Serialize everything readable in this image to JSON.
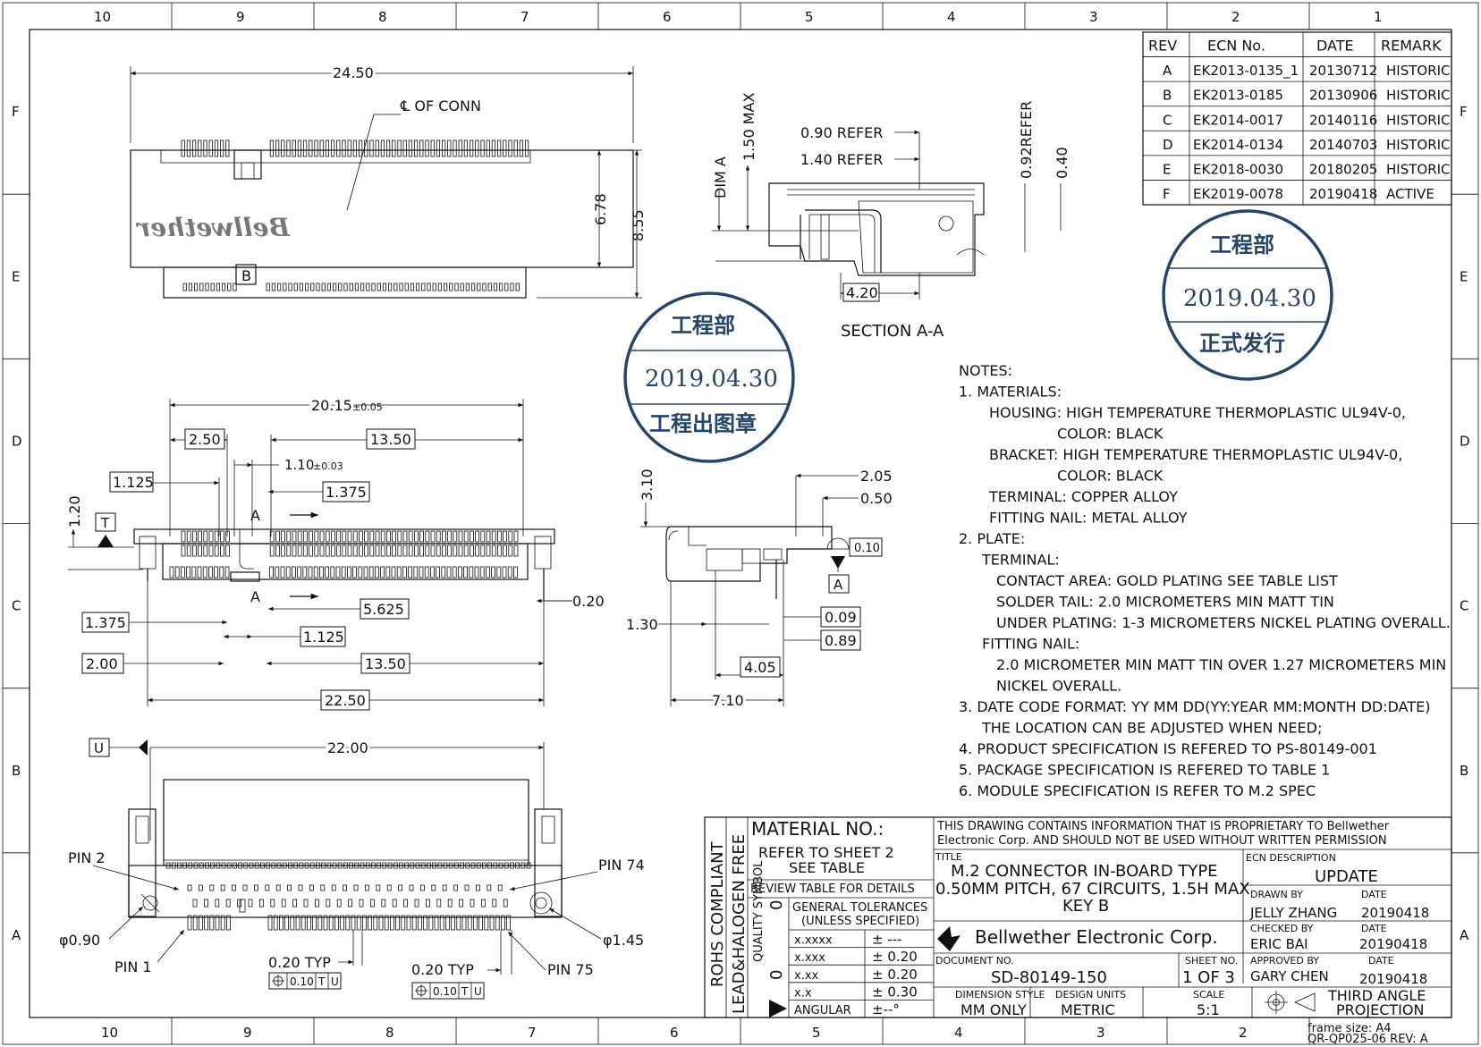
{
  "border": {
    "columns_top": [
      "10",
      "9",
      "8",
      "7",
      "6",
      "5",
      "4",
      "3",
      "2",
      "1"
    ],
    "columns_bottom": [
      "10",
      "9",
      "8",
      "7",
      "6",
      "5",
      "4",
      "3",
      "2"
    ],
    "rows": [
      "F",
      "E",
      "D",
      "C",
      "B",
      "A"
    ]
  },
  "revision_table": {
    "headers": [
      "REV",
      "ECN No.",
      "DATE",
      "REMARK"
    ],
    "rows": [
      [
        "A",
        "EK2013-0135_1",
        "20130712",
        "HISTORIC"
      ],
      [
        "B",
        "EK2013-0185",
        "20130906",
        "HISTORIC"
      ],
      [
        "C",
        "EK2014-0017",
        "20140116",
        "HISTORIC"
      ],
      [
        "D",
        "EK2014-0134",
        "20140703",
        "HISTORIC"
      ],
      [
        "E",
        "EK2018-0030",
        "20180205",
        "HISTORIC"
      ],
      [
        "F",
        "EK2019-0078",
        "20190418",
        "ACTIVE"
      ]
    ]
  },
  "stamps": [
    {
      "top": "工程部",
      "date": "2019.04.30",
      "bottom": "工程出图章"
    },
    {
      "top": "工程部",
      "date": "2019.04.30",
      "bottom": "正式发行"
    }
  ],
  "top_view": {
    "width_dim": "24.50",
    "centerline": "℄ OF CONN",
    "h1": "6.78",
    "h2": "8.55",
    "logo": "Bellwether",
    "key_mark": "B"
  },
  "section_view": {
    "d1": "0.90 REFER",
    "d2": "1.40 REFER",
    "d3": "1.50 MAX",
    "d4": "DIM A",
    "d5": "0.92REFER",
    "d6": "0.40",
    "d7": "4.20",
    "caption": "SECTION A-A"
  },
  "front_view": {
    "d_top": "20.15",
    "d_top_tol": "±0.05",
    "d_250": "2.50",
    "d_1350a": "13.50",
    "d_110": "1.10",
    "d_110_tol": "±0.03",
    "d_1125a": "1.125",
    "d_1375a": "1.375",
    "d_120": "1.20",
    "datum_t": "T",
    "sec_a": "A",
    "d_020": "0.20",
    "d_5625": "5.625",
    "d_1375b": "1.375",
    "d_1125b": "1.125",
    "d_200": "2.00",
    "d_1350b": "13.50",
    "d_2250": "22.50"
  },
  "side_view": {
    "d_310": "3.10",
    "d_205": "2.05",
    "d_050": "0.50",
    "flat_tol": "0.10",
    "datum_a": "A",
    "d_130": "1.30",
    "d_009": "0.09",
    "d_089": "0.89",
    "d_405": "4.05",
    "d_710": "7.10"
  },
  "bottom_view": {
    "datum_u": "U",
    "d_2200": "22.00",
    "pin2": "PIN 2",
    "pin74": "PIN 74",
    "pin1": "PIN 1",
    "pin75": "PIN 75",
    "dia1": "φ0.90",
    "dia2": "φ1.45",
    "typ1": "0.20 TYP",
    "typ2": "0.20  TYP",
    "fcf_val": "0.10",
    "fcf_t": "T",
    "fcf_u": "U"
  },
  "notes": [
    "NOTES:",
    "1. MATERIALS:",
    "HOUSING: HIGH TEMPERATURE THERMOPLASTIC UL94V-0,",
    "COLOR: BLACK",
    "BRACKET: HIGH TEMPERATURE THERMOPLASTIC UL94V-0,",
    "COLOR: BLACK",
    "TERMINAL: COPPER ALLOY",
    "FITTING NAIL: METAL ALLOY",
    "2. PLATE:",
    "TERMINAL:",
    "CONTACT AREA: GOLD PLATING SEE TABLE LIST",
    "SOLDER TAIL: 2.0 MICROMETERS MIN MATT TIN",
    "UNDER PLATING: 1-3 MICROMETERS NICKEL PLATING OVERALL.",
    "FITTING NAIL:",
    "2.0 MICROMETER MIN MATT TIN OVER 1.27 MICROMETERS MIN",
    "NICKEL OVERALL.",
    "3. DATE CODE FORMAT: YY MM DD(YY:YEAR MM:MONTH DD:DATE)",
    "THE LOCATION CAN BE ADJUSTED WHEN NEED;",
    "4. PRODUCT SPECIFICATION IS REFERED TO PS-80149-001",
    "5. PACKAGE SPECIFICATION IS REFERED TO TABLE 1",
    "6. MODULE SPECIFICATION IS REFER TO M.2 SPEC"
  ],
  "title_block": {
    "rohs": "ROHS COMPLIANT",
    "lead_free": "LEAD&HALOGEN FREE",
    "quality": "QUALITY SYMBOL",
    "material": "MATERIAL NO.:",
    "refer1": "REFER TO SHEET 2",
    "refer2": "SEE TABLE",
    "review": "REVIEW TABLE FOR DETAILS",
    "gen_tol1": "GENERAL TOLERANCES",
    "gen_tol2": "(UNLESS SPECIFIED)",
    "tolerances": [
      [
        "x.xxxx",
        "± ---"
      ],
      [
        "x.xxx",
        "± 0.20"
      ],
      [
        "x.xx",
        "± 0.20"
      ],
      [
        "x.x",
        "± 0.30"
      ],
      [
        "ANGULAR",
        "±--°"
      ]
    ],
    "proprietary1": "THIS DRAWING CONTAINS INFORMATION THAT IS PROPRIETARY TO Bellwether",
    "proprietary2": "Electronic Corp. AND SHOULD NOT BE USED WITHOUT WRITTEN PERMISSION",
    "title_label": "TITLE",
    "title1": "M.2 CONNECTOR IN-BOARD TYPE",
    "title2": "0.50MM PITCH, 67 CIRCUITS, 1.5H MAX",
    "title3": "KEY B",
    "ecn_desc_label": "ECN DESCRIPTION",
    "ecn_desc": "UPDATE",
    "drawn_label": "DRAWN BY",
    "drawn": "JELLY ZHANG",
    "date_label": "DATE",
    "drawn_date": "20190418",
    "checked_label": "CHECKED BY",
    "checked": "ERIC BAI",
    "checked_date": "20190418",
    "approved_label": "APPROVED BY",
    "approved": "GARY CHEN",
    "approved_date": "20190418",
    "company": "Bellwether Electronic Corp.",
    "doc_label": "DOCUMENT NO.",
    "doc_no": "SD-80149-150",
    "sheet_label": "SHEET NO.",
    "sheet": "1 OF 3",
    "dim_style_label": "DIMENSION STYLE",
    "dim_style": "MM ONLY",
    "units_label": "DESIGN UNITS",
    "units": "METRIC",
    "scale_label": "SCALE",
    "scale": "5:1",
    "projection1": "THIRD ANGLE",
    "projection2": "PROJECTION",
    "frame": "frame size: A4",
    "form": "QR-QP025-06 REV: A"
  }
}
